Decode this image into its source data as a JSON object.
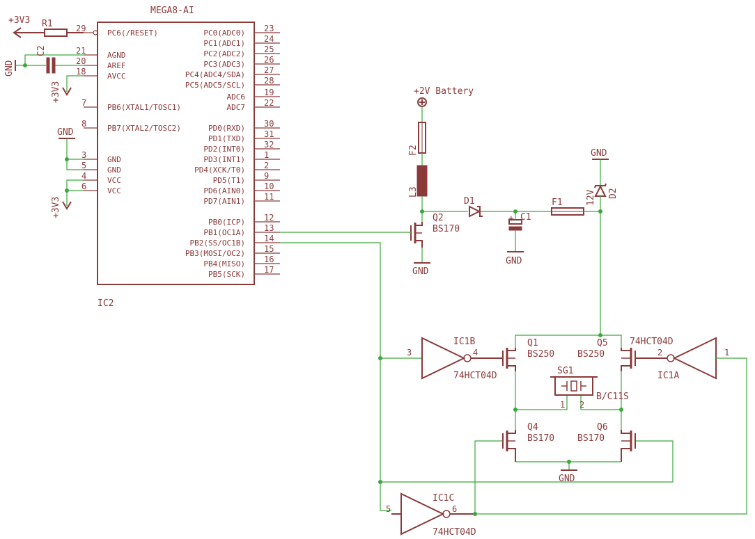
{
  "ic2": {
    "name": "MEGA8-AI",
    "ref": "IC2",
    "left_pins": [
      {
        "num": "29",
        "label": "PC6(/RESET)"
      },
      {
        "num": "21",
        "label": "AGND"
      },
      {
        "num": "20",
        "label": "AREF"
      },
      {
        "num": "18",
        "label": "AVCC"
      },
      {
        "num": "7",
        "label": "PB6(XTAL1/TOSC1)"
      },
      {
        "num": "8",
        "label": "PB7(XTAL2/TOSC2)"
      },
      {
        "num": "3",
        "label": "GND"
      },
      {
        "num": "5",
        "label": "GND"
      },
      {
        "num": "4",
        "label": "VCC"
      },
      {
        "num": "6",
        "label": "VCC"
      }
    ],
    "right_pins": [
      {
        "num": "23",
        "label": "PC0(ADC0)"
      },
      {
        "num": "24",
        "label": "PC1(ADC1)"
      },
      {
        "num": "25",
        "label": "PC2(ADC2)"
      },
      {
        "num": "26",
        "label": "PC3(ADC3)"
      },
      {
        "num": "27",
        "label": "PC4(ADC4/SDA)"
      },
      {
        "num": "28",
        "label": "PC5(ADC5/SCL)"
      },
      {
        "num": "19",
        "label": "ADC6"
      },
      {
        "num": "22",
        "label": "ADC7"
      },
      {
        "num": "30",
        "label": "PD0(RXD)"
      },
      {
        "num": "31",
        "label": "PD1(TXD)"
      },
      {
        "num": "32",
        "label": "PD2(INT0)"
      },
      {
        "num": "1",
        "label": "PD3(INT1)"
      },
      {
        "num": "2",
        "label": "PD4(XCK/T0)"
      },
      {
        "num": "9",
        "label": "PD5(T1)"
      },
      {
        "num": "10",
        "label": "PD6(AIN0)"
      },
      {
        "num": "11",
        "label": "PD7(AIN1)"
      },
      {
        "num": "12",
        "label": "PB0(ICP)"
      },
      {
        "num": "13",
        "label": "PB1(OC1A)"
      },
      {
        "num": "14",
        "label": "PB2(SS/OC1B)"
      },
      {
        "num": "15",
        "label": "PB3(MOSI/OC2)"
      },
      {
        "num": "16",
        "label": "PB4(MISO)"
      },
      {
        "num": "17",
        "label": "PB5(SCK)"
      }
    ]
  },
  "power": {
    "v3_top": "+3V3",
    "v3_avcc": "+3V3",
    "v3_vcc": "+3V3",
    "gnd_left": "GND",
    "gnd_ic": "GND",
    "battery": "+2V Battery",
    "gnd_q2": "GND",
    "gnd_c1": "GND",
    "gnd_d2": "GND",
    "gnd_bridge": "GND"
  },
  "parts": {
    "r1": "R1",
    "c2": "C2",
    "f2": "F2",
    "l3": "L3",
    "d1": "D1",
    "c1": "C1",
    "f1": "F1",
    "d2": "D2",
    "d2_value": "12V",
    "q2": "Q2",
    "q2_value": "BS170",
    "q1": "Q1",
    "q1_value": "BS250",
    "q5": "Q5",
    "q5_value": "BS250",
    "q4": "Q4",
    "q4_value": "BS170",
    "q6": "Q6",
    "q6_value": "BS170",
    "sg1": "SG1",
    "sg1_value": "B/C11S",
    "sg1_pin1": "1",
    "sg1_pin2": "2",
    "ic1b": "IC1B",
    "ic1b_value": "74HCT04D",
    "ic1b_in": "3",
    "ic1b_out": "4",
    "ic1a": "IC1A",
    "ic1a_value": "74HCT04D",
    "ic1a_in": "1",
    "ic1a_out": "2",
    "ic1c": "IC1C",
    "ic1c_value": "74HCT04D",
    "ic1c_in": "5",
    "ic1c_out": "6",
    "c1_plus": "+"
  }
}
